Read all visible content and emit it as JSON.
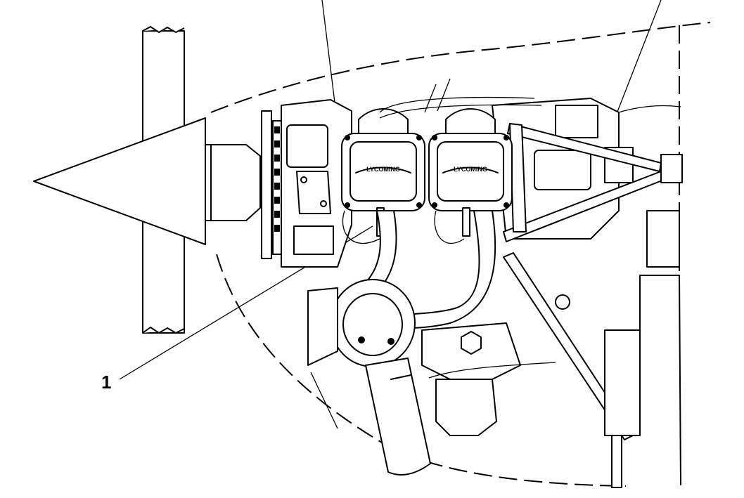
{
  "diagram": {
    "callouts": [
      {
        "label": "1"
      }
    ],
    "engine_cover_text": [
      {
        "text": "LYCOMING"
      },
      {
        "text": "LYCOMING"
      }
    ],
    "parts": [
      {
        "icon": "propeller-blade-icon"
      },
      {
        "icon": "spinner-icon"
      },
      {
        "icon": "cowling-outline-icon"
      },
      {
        "icon": "cylinder-left-icon"
      },
      {
        "icon": "cylinder-right-icon"
      },
      {
        "icon": "exhaust-pipe-icon"
      },
      {
        "icon": "engine-mount-icon"
      },
      {
        "icon": "nose-gear-icon"
      }
    ]
  }
}
